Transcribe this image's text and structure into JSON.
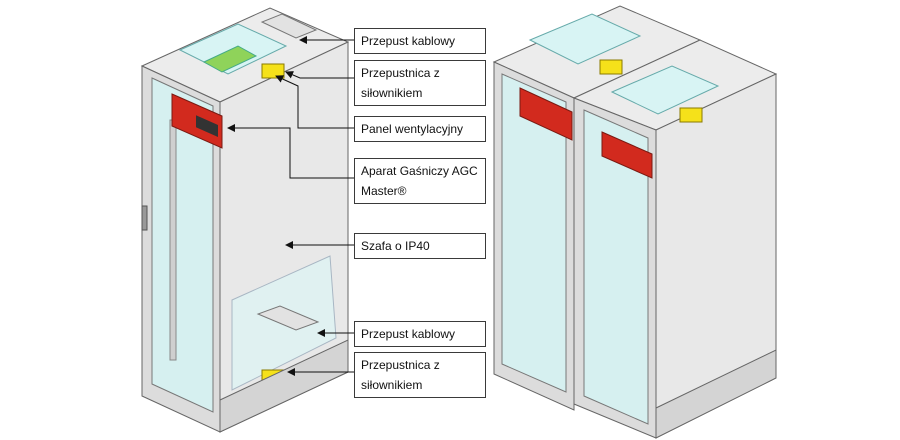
{
  "callouts": [
    {
      "id": "top-cable-gland",
      "text": "Przepust kablowy"
    },
    {
      "id": "top-damper",
      "text": "Przepustnica z siłownikiem"
    },
    {
      "id": "vent-panel",
      "text": "Panel wentylacyjny"
    },
    {
      "id": "extinguisher",
      "text": "Aparat Gaśniczy AGC Master®"
    },
    {
      "id": "cabinet",
      "text": "Szafa o IP40"
    },
    {
      "id": "bottom-cable-gland",
      "text": "Przepust kablowy"
    },
    {
      "id": "bottom-damper",
      "text": "Przepustnica z siłownikiem"
    }
  ],
  "colors": {
    "cabinet_body": "#e6e6e6",
    "cabinet_side": "#cfcfcf",
    "glass": "#d8f2f2",
    "red_unit": "#d22a1e",
    "actuator": "#f5e11a",
    "fan_green": "#8fd35a",
    "outline": "#555555"
  }
}
